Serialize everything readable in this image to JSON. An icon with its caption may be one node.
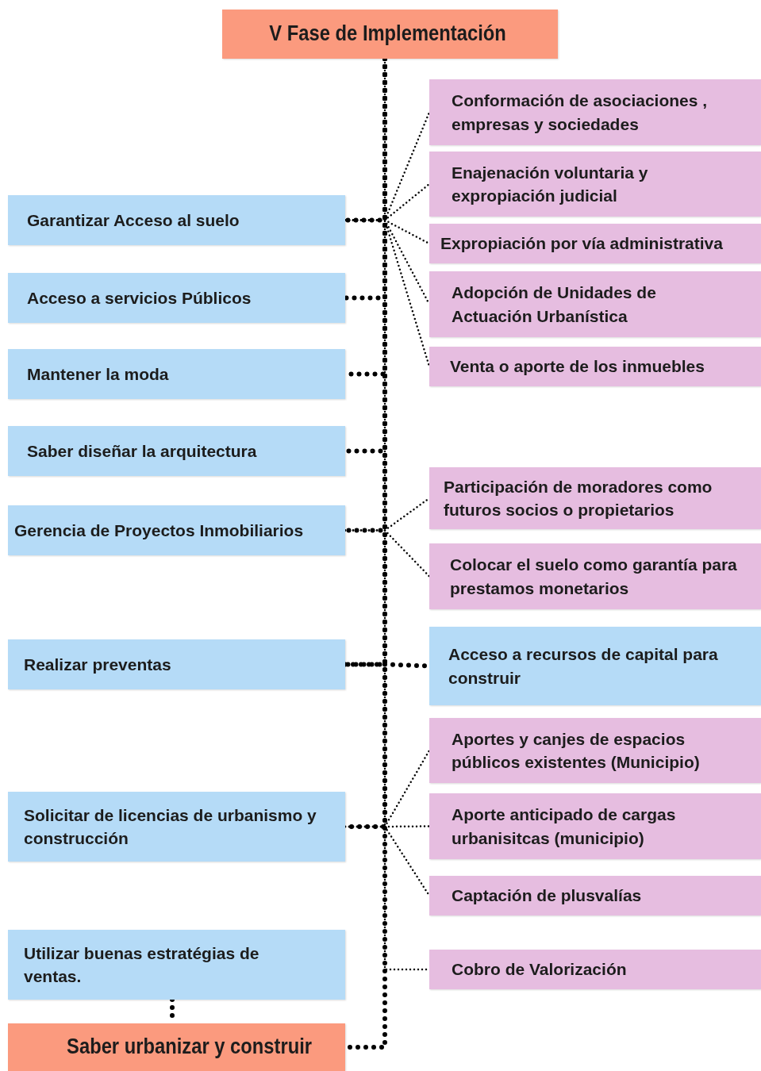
{
  "diagram": {
    "nodes": [
      {
        "text": [
          "V Fase de Implementación"
        ]
      },
      {
        "text": [
          "Garantizar Acceso al suelo"
        ]
      },
      {
        "text": [
          "Acceso a servicios Públicos"
        ]
      },
      {
        "text": [
          "Mantener la moda"
        ]
      },
      {
        "text": [
          "Saber diseñar la arquitectura"
        ]
      },
      {
        "text": [
          "Gerencia de Proyectos Inmobiliarios"
        ]
      },
      {
        "text": [
          "Realizar preventas"
        ]
      },
      {
        "text": [
          "Solicitar de licencias de urbanismo y construcción"
        ]
      },
      {
        "text": [
          "Utilizar buenas estratégias de ventas."
        ]
      },
      {
        "text": [
          "Saber urbanizar y construir"
        ]
      },
      {
        "text": [
          "Conformación de asociaciones , empresas y sociedades"
        ]
      },
      {
        "text": [
          "Enajenación voluntaria y expropiación judicial"
        ]
      },
      {
        "text": [
          "Expropiación por vía administrativa"
        ]
      },
      {
        "text": [
          "Adopción de Unidades de Actuación Urbanística"
        ]
      },
      {
        "text": [
          "Venta o aporte de los inmuebles"
        ]
      },
      {
        "text": [
          "Participación de moradores como futuros socios o propietarios"
        ]
      },
      {
        "text": [
          "Colocar el suelo como garantía para prestamos monetarios"
        ]
      },
      {
        "text": [
          "Acceso a recursos de capital para construir"
        ]
      },
      {
        "text": [
          "Aportes y canjes de espacios públicos existentes (Municipio)"
        ]
      },
      {
        "text": [
          "Aporte anticipado de cargas urbanisitcas (municipio)"
        ]
      },
      {
        "text": [
          "Captación de plusvalías"
        ]
      },
      {
        "text": [
          "Cobro de Valorización"
        ]
      }
    ],
    "edges": [
      {
        "from": 0,
        "to": 1,
        "arrow": "none",
        "style": "dashed"
      },
      {
        "from": 0,
        "to": 2,
        "arrow": "none",
        "style": "dashed"
      },
      {
        "from": 0,
        "to": 3,
        "arrow": "none",
        "style": "dashed"
      },
      {
        "from": 0,
        "to": 4,
        "arrow": "none",
        "style": "dashed"
      },
      {
        "from": 0,
        "to": 5,
        "arrow": "none",
        "style": "dashed"
      },
      {
        "from": 0,
        "to": 6,
        "arrow": "none",
        "style": "dashed"
      },
      {
        "from": 0,
        "to": 7,
        "arrow": "none",
        "style": "dashed"
      },
      {
        "from": 0,
        "to": 9,
        "arrow": "none",
        "style": "dashed"
      },
      {
        "from": 8,
        "to": 9,
        "arrow": "none",
        "style": "dashed"
      },
      {
        "from": 1,
        "to": 10,
        "arrow": "none"
      },
      {
        "from": 1,
        "to": 11,
        "arrow": "none"
      },
      {
        "from": 1,
        "to": 12,
        "arrow": "none"
      },
      {
        "from": 1,
        "to": 13,
        "arrow": "none"
      },
      {
        "from": 1,
        "to": 14,
        "arrow": "none"
      },
      {
        "from": 5,
        "to": 15,
        "arrow": "none"
      },
      {
        "from": 5,
        "to": 16,
        "arrow": "none"
      },
      {
        "from": 6,
        "to": 17,
        "arrow": "none",
        "style": "dashed"
      },
      {
        "from": 7,
        "to": 18,
        "arrow": "none"
      },
      {
        "from": 7,
        "to": 19,
        "arrow": "none"
      },
      {
        "from": 7,
        "to": 20,
        "arrow": "none"
      },
      {
        "from": 0,
        "to": 21,
        "arrow": "none"
      }
    ]
  }
}
